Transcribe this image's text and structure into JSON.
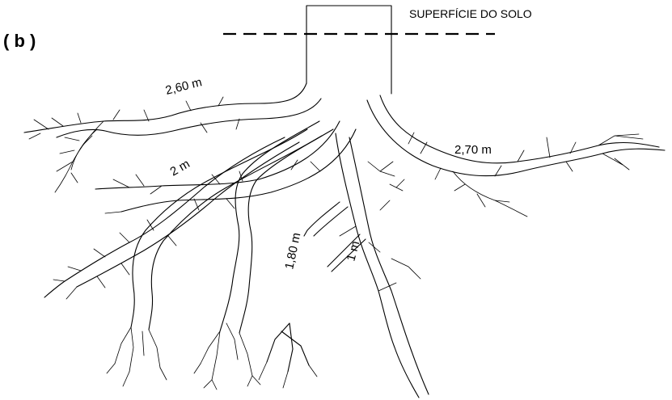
{
  "panel_label": "( b )",
  "surface_label": "SUPERFÍCIE DO SOLO",
  "root_lengths": {
    "upper_left": "2,60 m",
    "middle_left": "2 m",
    "right": "2,70 m",
    "central": "1,80 m",
    "vertical": "1 m"
  }
}
